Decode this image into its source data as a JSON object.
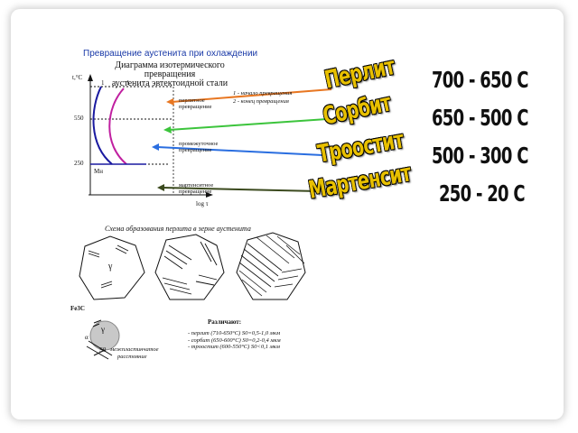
{
  "top": {
    "title": "Превращение аустенита при охлаждении",
    "subtitle_line1": "Диаграмма изотермического превращения",
    "subtitle_line2": "аустенита эвтектоидной стали"
  },
  "diagram": {
    "y_axis_label": "t,°C",
    "curve_label_1a": "1",
    "curve_label_1b": "1",
    "tick_550": "550",
    "tick_250": "250",
    "mn_label": "Mн",
    "x_axis_label": "log τ",
    "legend_1": "1 - начало превращения",
    "legend_2": "2 - конец превращения",
    "zone_pearlite_1": "перлитное",
    "zone_pearlite_2": "превращение",
    "zone_intermediate_1": "промежуточное",
    "zone_intermediate_2": "превращение",
    "zone_martensite_1": "мартенситное",
    "zone_martensite_2": "превращение"
  },
  "phases": [
    {
      "name": "Перлит",
      "temp": "700 - 650 С",
      "color": "#e87722"
    },
    {
      "name": "Сорбит",
      "temp": "650 - 500 С",
      "color": "#3cc43c"
    },
    {
      "name": "Троостит",
      "temp": "500 - 300 С",
      "color": "#2a6ee0"
    },
    {
      "name": "Мартенсит",
      "temp": "250 - 20 С",
      "color": "#3b4a1e"
    }
  ],
  "bottom": {
    "scheme_title": "Схема образования перлита в зерне аустенита",
    "gamma": "γ",
    "fe3c": "Fe3C",
    "alpha": "α",
    "s0": "S0",
    "interlamellar": "межпластинчатое",
    "distance": "расстояние",
    "distinguish_title": "Различают:",
    "dist_1": "- перлит (710-650°С) S0=0,5-1,0 мкм",
    "dist_2": "- сорбит (650-600°С) S0=0,2-0,4 мкм",
    "dist_3": "- троостит (600-550°С) S0<0,1 мкм"
  }
}
